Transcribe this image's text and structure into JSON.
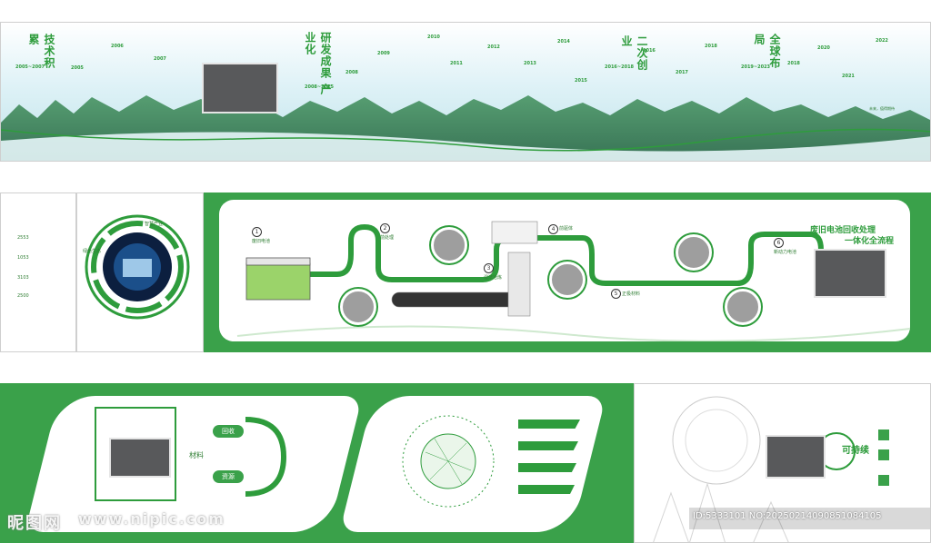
{
  "colors": {
    "brand_green": "#2e9c3c",
    "dark_green": "#1f7a2e",
    "placeholder_gray": "#58595b",
    "sky": "#cfeaf2"
  },
  "timeline": {
    "sections": [
      {
        "title": "技术积累",
        "years": "2005~2007"
      },
      {
        "title": "研发成果 产业化",
        "years": "2008~2015"
      },
      {
        "title": "二次创业",
        "years": "2016~2018"
      },
      {
        "title": "全球布局",
        "years": "2019~2023"
      }
    ],
    "milestones": [
      "2005",
      "2006",
      "2007",
      "2008",
      "2009",
      "2010",
      "2011",
      "2012",
      "2013",
      "2014",
      "2015",
      "2016",
      "2017",
      "2018",
      "2018",
      "2020",
      "2021",
      "2022"
    ],
    "future_label": "未来，值得期待"
  },
  "process": {
    "title_line1": "废旧电池回收处理",
    "title_line2": "一体化全流程",
    "steps": [
      {
        "num": "1",
        "label": "废旧电池"
      },
      {
        "num": "2",
        "label": "前处理"
      },
      {
        "num": "3",
        "label": "湿法冶炼"
      },
      {
        "num": "4",
        "label": "前驱体"
      },
      {
        "num": "5",
        "label": "正极材料"
      },
      {
        "num": "6",
        "label": "新动力电池"
      }
    ]
  },
  "left_panel": {
    "stats": [
      "2553",
      "1053",
      "3103",
      "2500"
    ],
    "ring_labels": [
      "绿色生态",
      "智慧产业"
    ]
  },
  "recycle": {
    "items": [
      "回收",
      "材料",
      "资源"
    ]
  },
  "sustain": {
    "badge": "可持续"
  },
  "watermark": {
    "logo": "昵图网",
    "url": "www.nipic.com",
    "id_text": "ID:5333101 NO:20250214090851084105"
  }
}
